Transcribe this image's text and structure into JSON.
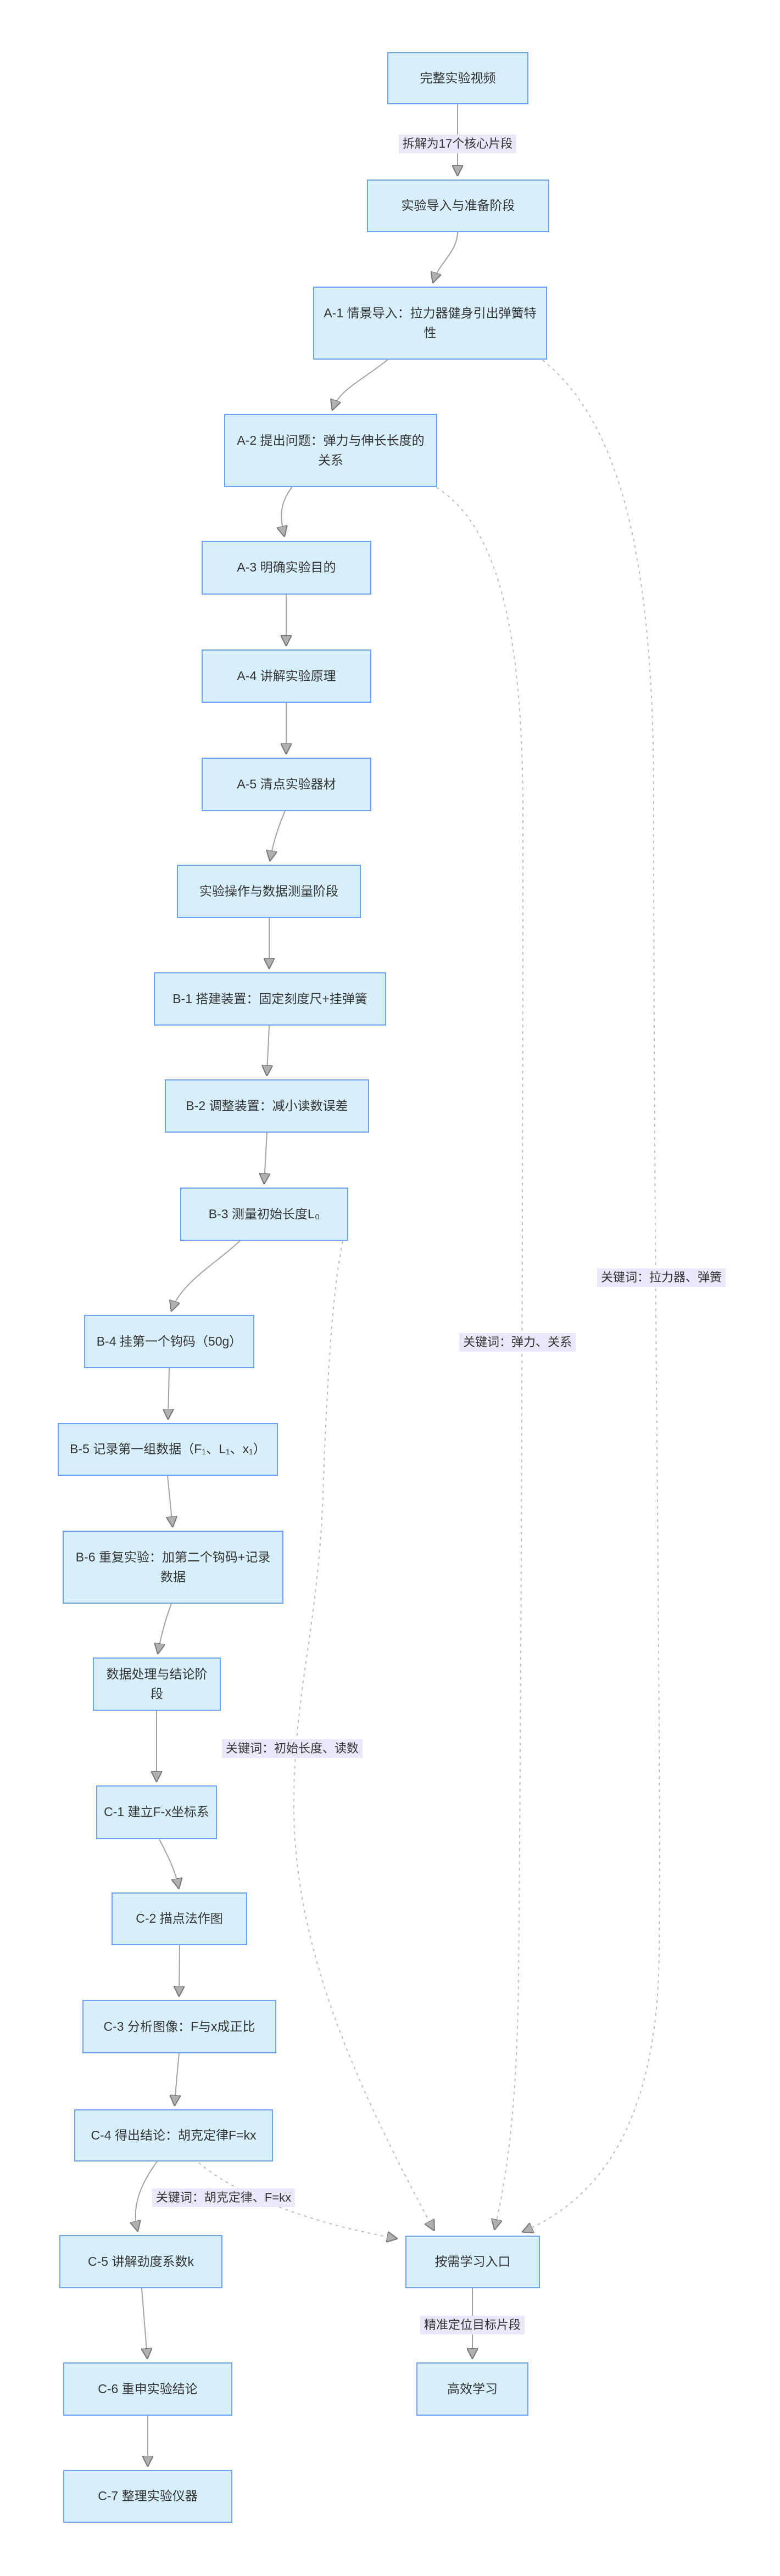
{
  "diagram": {
    "type": "flowchart",
    "direction": "top-down",
    "colors": {
      "node_fill": "#d7effc",
      "node_border": "#6ba3f2",
      "node_text": "#333333",
      "edge_solid": "#a3a3a3",
      "edge_dashed": "#bdbdbd",
      "edge_label_bg": "#ebe6f9",
      "edge_label_text": "#333333",
      "background": "#ffffff"
    },
    "nodes": [
      {
        "id": "root",
        "label": "完整实验视频"
      },
      {
        "id": "stageA",
        "label": "实验导入与准备阶段"
      },
      {
        "id": "a1",
        "label": "A-1 情景导入：拉力器健身引出弹簧特性"
      },
      {
        "id": "a2",
        "label": "A-2 提出问题：弹力与伸长长度的关系"
      },
      {
        "id": "a3",
        "label": "A-3 明确实验目的"
      },
      {
        "id": "a4",
        "label": "A-4 讲解实验原理"
      },
      {
        "id": "a5",
        "label": "A-5 清点实验器材"
      },
      {
        "id": "stageB",
        "label": "实验操作与数据测量阶段"
      },
      {
        "id": "b1",
        "label": "B-1 搭建装置：固定刻度尺+挂弹簧"
      },
      {
        "id": "b2",
        "label": "B-2 调整装置：减小读数误差"
      },
      {
        "id": "b3",
        "label": "B-3 测量初始长度L₀"
      },
      {
        "id": "b4",
        "label": "B-4 挂第一个钩码（50g）"
      },
      {
        "id": "b5",
        "label": "B-5 记录第一组数据（F₁、L₁、x₁）"
      },
      {
        "id": "b6",
        "label": "B-6 重复实验：加第二个钩码+记录数据"
      },
      {
        "id": "stageC",
        "label": "数据处理与结论阶段"
      },
      {
        "id": "c1",
        "label": "C-1 建立F-x坐标系"
      },
      {
        "id": "c2",
        "label": "C-2 描点法作图"
      },
      {
        "id": "c3",
        "label": "C-3 分析图像：F与x成正比"
      },
      {
        "id": "c4",
        "label": "C-4 得出结论：胡克定律F=kx"
      },
      {
        "id": "c5",
        "label": "C-5 讲解劲度系数k"
      },
      {
        "id": "c6",
        "label": "C-6 重申实验结论"
      },
      {
        "id": "c7",
        "label": "C-7 整理实验仪器"
      },
      {
        "id": "entry",
        "label": "按需学习入口"
      },
      {
        "id": "learn",
        "label": "高效学习"
      }
    ],
    "edges": [
      {
        "from": "root",
        "to": "stageA",
        "style": "solid",
        "label": "拆解为17个核心片段"
      },
      {
        "from": "stageA",
        "to": "a1",
        "style": "solid"
      },
      {
        "from": "a1",
        "to": "a2",
        "style": "solid"
      },
      {
        "from": "a2",
        "to": "a3",
        "style": "solid"
      },
      {
        "from": "a3",
        "to": "a4",
        "style": "solid"
      },
      {
        "from": "a4",
        "to": "a5",
        "style": "solid"
      },
      {
        "from": "a5",
        "to": "stageB",
        "style": "solid"
      },
      {
        "from": "stageB",
        "to": "b1",
        "style": "solid"
      },
      {
        "from": "b1",
        "to": "b2",
        "style": "solid"
      },
      {
        "from": "b2",
        "to": "b3",
        "style": "solid"
      },
      {
        "from": "b3",
        "to": "b4",
        "style": "solid"
      },
      {
        "from": "b4",
        "to": "b5",
        "style": "solid"
      },
      {
        "from": "b5",
        "to": "b6",
        "style": "solid"
      },
      {
        "from": "b6",
        "to": "stageC",
        "style": "solid"
      },
      {
        "from": "stageC",
        "to": "c1",
        "style": "solid"
      },
      {
        "from": "c1",
        "to": "c2",
        "style": "solid"
      },
      {
        "from": "c2",
        "to": "c3",
        "style": "solid"
      },
      {
        "from": "c3",
        "to": "c4",
        "style": "solid"
      },
      {
        "from": "c4",
        "to": "c5",
        "style": "solid"
      },
      {
        "from": "c5",
        "to": "c6",
        "style": "solid"
      },
      {
        "from": "c6",
        "to": "c7",
        "style": "solid"
      },
      {
        "from": "entry",
        "to": "learn",
        "style": "solid",
        "label": "精准定位目标片段"
      },
      {
        "from": "a1",
        "to": "entry",
        "style": "dashed",
        "label": "关键词：拉力器、弹簧"
      },
      {
        "from": "a2",
        "to": "entry",
        "style": "dashed",
        "label": "关键词：弹力、关系"
      },
      {
        "from": "b3",
        "to": "entry",
        "style": "dashed",
        "label": "关键词：初始长度、读数"
      },
      {
        "from": "c4",
        "to": "entry",
        "style": "dashed",
        "label": "关键词：胡克定律、F=kx"
      }
    ]
  }
}
